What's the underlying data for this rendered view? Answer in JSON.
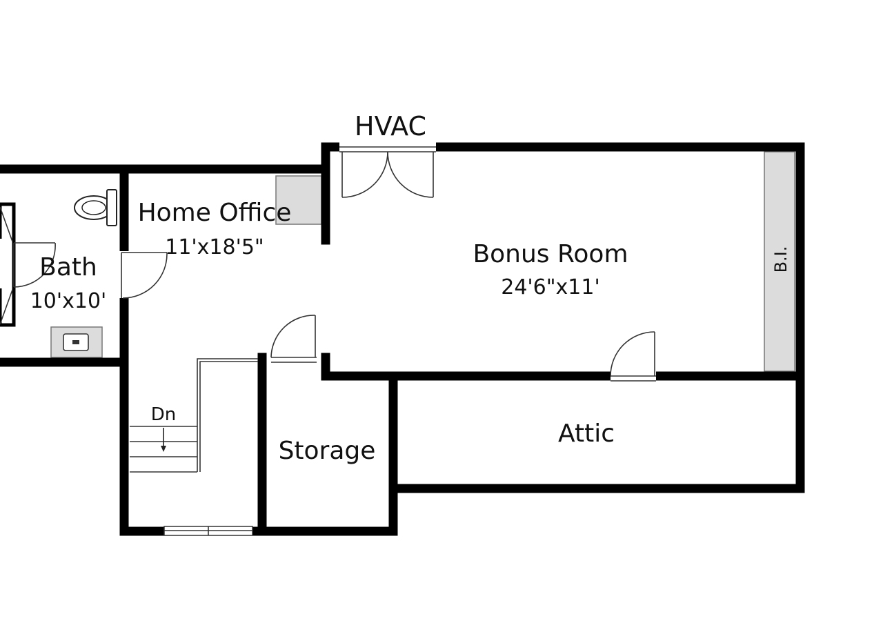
{
  "floorplan": {
    "rooms": [
      {
        "key": "home_office",
        "name": "Home Office",
        "dimensions": "11'x18'5\""
      },
      {
        "key": "bath",
        "name": "Bath",
        "dimensions": "10'x10'"
      },
      {
        "key": "bonus_room",
        "name": "Bonus Room",
        "dimensions": "24'6\"x11'"
      },
      {
        "key": "storage",
        "name": "Storage"
      },
      {
        "key": "attic",
        "name": "Attic"
      }
    ],
    "labels": {
      "hvac": "HVAC",
      "built_in": "B.I.",
      "stairs_down": "Dn"
    },
    "colors": {
      "wall": "#000000",
      "fixture_fill": "#dcdcdc",
      "background": "#ffffff"
    }
  }
}
